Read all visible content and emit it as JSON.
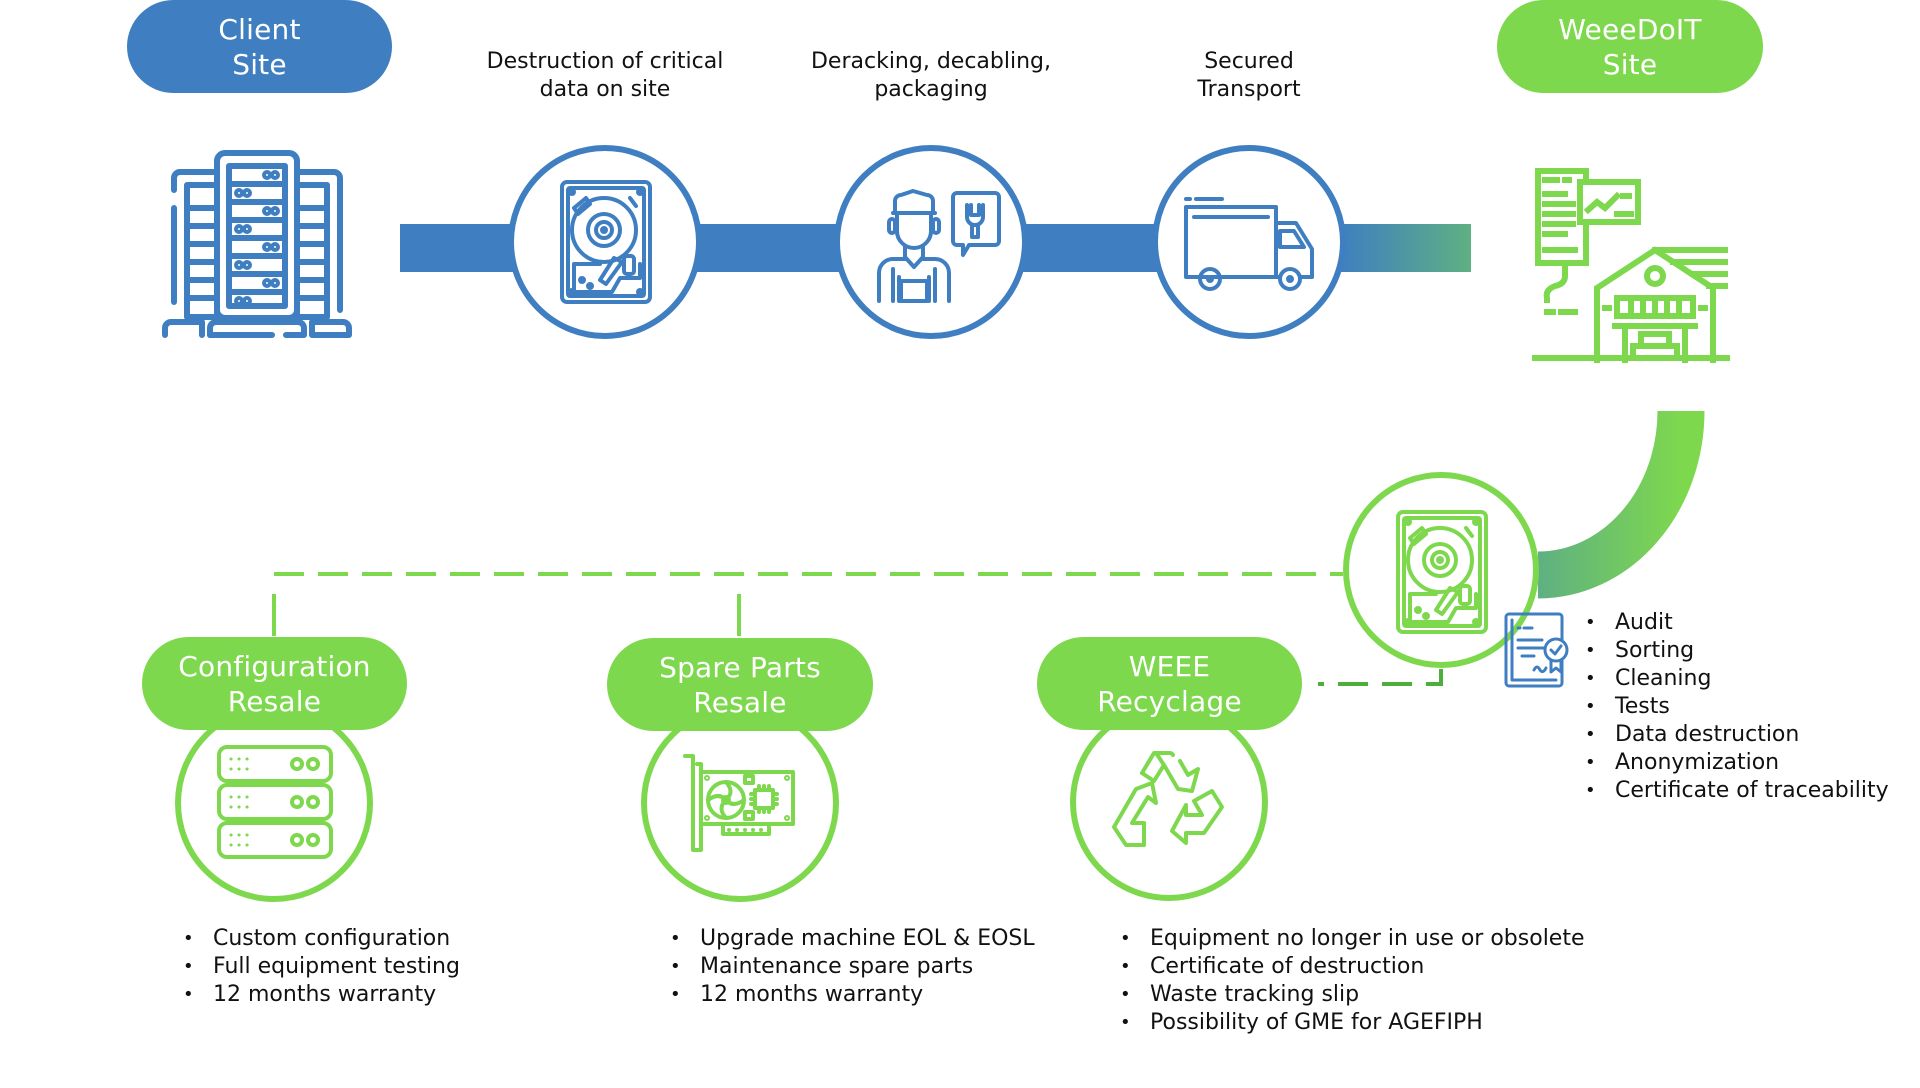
{
  "colors": {
    "blue": "#3F7FC1",
    "green": "#7ED84E",
    "dark_green": "#4CAF3A",
    "teal_gradient_start": "#4E9A9A",
    "text": "#111111"
  },
  "top": {
    "client_site": {
      "line1": "Client",
      "line2": "Site",
      "icon": "server-rack-icon"
    },
    "weeedoit_site": {
      "line1": "WeeeDoIT",
      "line2": "Site",
      "icon": "warehouse-icon"
    },
    "steps": [
      {
        "line1": "Destruction of critical",
        "line2": "data on site",
        "icon": "hard-drive-icon"
      },
      {
        "line1": "Deracking, decabling,",
        "line2": "packaging",
        "icon": "technician-icon"
      },
      {
        "line1": "Secured",
        "line2": "Transport",
        "icon": "truck-icon"
      }
    ]
  },
  "processing": {
    "icon": "hard-drive-icon",
    "certificate_icon": "certificate-icon",
    "items": [
      "Audit",
      "Sorting",
      "Cleaning",
      "Tests",
      "Data destruction",
      "Anonymization",
      "Certificate of traceability"
    ]
  },
  "outcomes": [
    {
      "line1": "Configuration",
      "line2": "Resale",
      "icon": "server-stack-icon",
      "items": [
        "Custom configuration",
        "Full equipment testing",
        "12 months warranty"
      ]
    },
    {
      "line1": "Spare Parts",
      "line2": "Resale",
      "icon": "graphics-card-icon",
      "items": [
        "Upgrade machine EOL & EOSL",
        "Maintenance spare parts",
        "12 months warranty"
      ]
    },
    {
      "line1": "WEEE",
      "line2": "Recyclage",
      "icon": "recycle-icon",
      "items": [
        "Equipment no longer in use or obsolete",
        "Certificate of destruction",
        "Waste tracking slip",
        "Possibility of GME for AGEFIPH"
      ]
    }
  ]
}
